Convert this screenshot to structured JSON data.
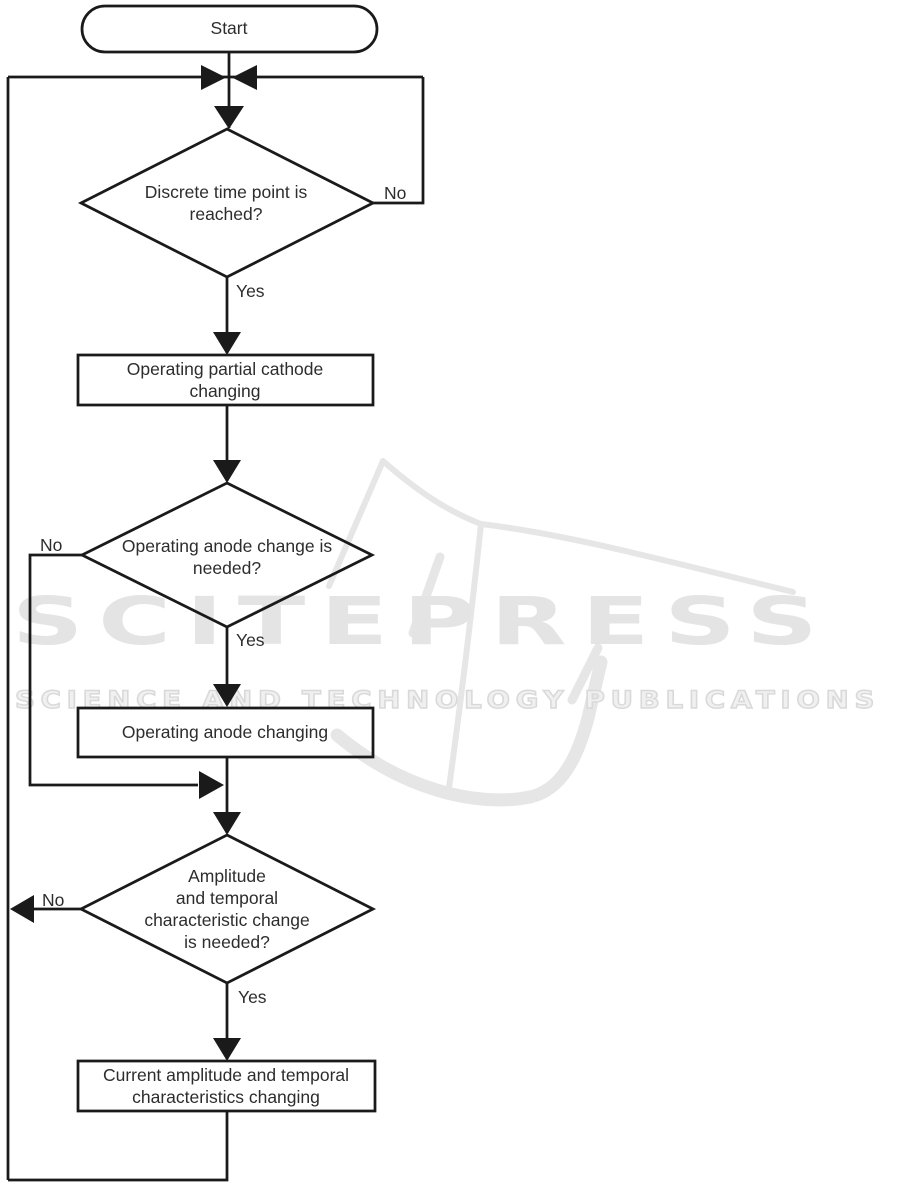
{
  "watermark": {
    "brand": "SCITEPRESS",
    "tagline": "SCIENCE AND TECHNOLOGY PUBLICATIONS",
    "color": "#e4e4e4"
  },
  "flowchart": {
    "ink_color": "#1a1a1a",
    "start": {
      "label": "Start"
    },
    "decisions": [
      {
        "question": "Discrete time point is\nreached?",
        "yes": "Yes",
        "no": "No"
      },
      {
        "question": "Operating anode change is\nneeded?",
        "yes": "Yes",
        "no": "No"
      },
      {
        "question": "Amplitude\nand temporal\ncharacteristic change\nis needed?",
        "yes": "Yes",
        "no": "No"
      }
    ],
    "processes": [
      {
        "label": "Operating partial cathode\nchanging"
      },
      {
        "label": "Operating anode changing"
      },
      {
        "label": "Current amplitude and temporal\ncharacteristics changing"
      }
    ]
  }
}
